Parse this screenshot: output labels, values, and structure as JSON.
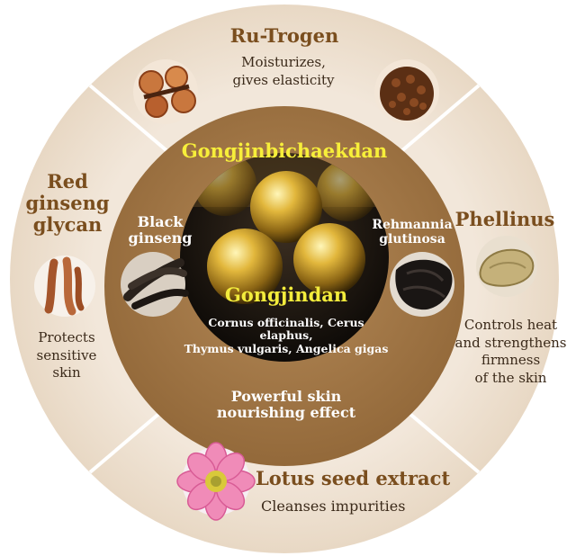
{
  "center": {
    "product": "Gongjinbichaekdan",
    "core_name": "Gongjindan",
    "core_ingredients": [
      "Cornus officinalis, Cerus elaphus,",
      "Thymus vulgaris, Angelica gigas"
    ],
    "effect": [
      "Powerful skin",
      "nourishing effect"
    ]
  },
  "inner_left": {
    "label": [
      "Black",
      "ginseng"
    ]
  },
  "inner_right": {
    "label": [
      "Rehmannia",
      "glutinosa"
    ]
  },
  "segments": {
    "top": {
      "title": "Ru-Trogen",
      "desc": [
        "Moisturizes,",
        "gives elasticity"
      ]
    },
    "left": {
      "title": [
        "Red",
        "ginseng",
        "glycan"
      ],
      "desc": [
        "Protects",
        "sensitive",
        "skin"
      ]
    },
    "right": {
      "title": "Phellinus",
      "desc": [
        "Controls heat",
        "and strengthens",
        "firmness",
        "of the skin"
      ]
    },
    "bottom": {
      "title": "Lotus seed extract",
      "desc": "Cleanses impurities"
    }
  },
  "colors": {
    "outer_ring": "#eee2d3",
    "divider": "#ffffff",
    "center_ring": "#a47a4a",
    "product_title": "#f7ef3a",
    "core_title": "#f3ec3c",
    "heading": "#7a4e1e"
  },
  "icons": [
    "cinnamon-slices-icon",
    "cloves-icon",
    "red-ginseng-icon",
    "phellinus-icon",
    "black-ginseng-icon",
    "rehmannia-icon",
    "lotus-flower-icon",
    "gold-pills-icon"
  ]
}
